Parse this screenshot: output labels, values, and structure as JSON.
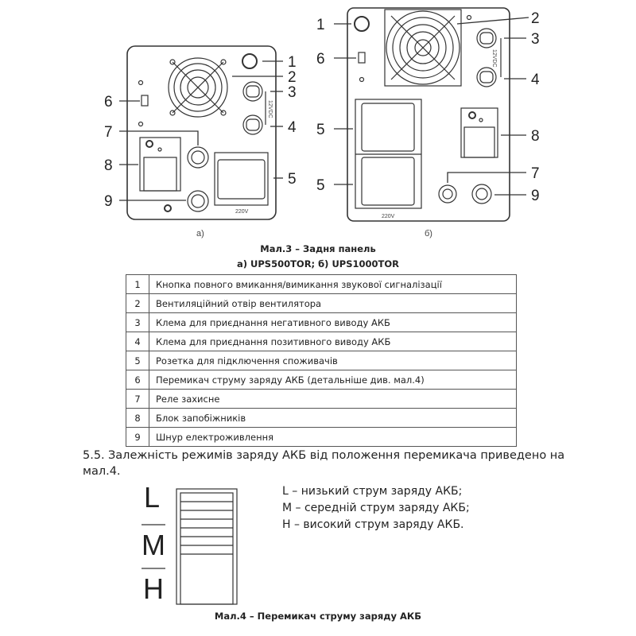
{
  "figure3": {
    "caption": "Мал.3 – Задня панель",
    "subcaption": "а) UPS500TOR; б) UPS1000TOR",
    "panel_a_label": "а)",
    "panel_b_label": "б)",
    "socket_voltage": "220V",
    "terminal_voltage": "12VDC",
    "callouts_a": [
      "1",
      "2",
      "3",
      "4",
      "5",
      "6",
      "7",
      "8",
      "9"
    ],
    "callouts_b": [
      "1",
      "2",
      "3",
      "4",
      "5",
      "5",
      "6",
      "7",
      "8",
      "9"
    ]
  },
  "table": {
    "rows": [
      {
        "num": "1",
        "desc": "Кнопка повного вмикання/вимикання звукової сигналізації"
      },
      {
        "num": "2",
        "desc": "Вентиляційний отвір вентилятора"
      },
      {
        "num": "3",
        "desc": "Клема для приєднання негативного виводу АКБ"
      },
      {
        "num": "4",
        "desc": "Клема для приєднання позитивного виводу АКБ"
      },
      {
        "num": "5",
        "desc": "Розетка для підключення споживачів"
      },
      {
        "num": "6",
        "desc": "Перемикач струму заряду АКБ (детальніше див. мал.4)"
      },
      {
        "num": "7",
        "desc": "Реле захисне"
      },
      {
        "num": "8",
        "desc": "Блок запобіжників"
      },
      {
        "num": "9",
        "desc": "Шнур електроживлення"
      }
    ]
  },
  "paragraph": {
    "number": "5.5.",
    "text": "Залежність режимів заряду АКБ від положення перемикача приведено на мал.4."
  },
  "figure4": {
    "letters": [
      "L",
      "M",
      "H"
    ],
    "legend": [
      "L – низький струм заряду АКБ;",
      "M – середній струм заряду АКБ;",
      "H – високий струм заряду АКБ."
    ],
    "caption": "Мал.4 – Перемикач струму заряду АКБ"
  }
}
